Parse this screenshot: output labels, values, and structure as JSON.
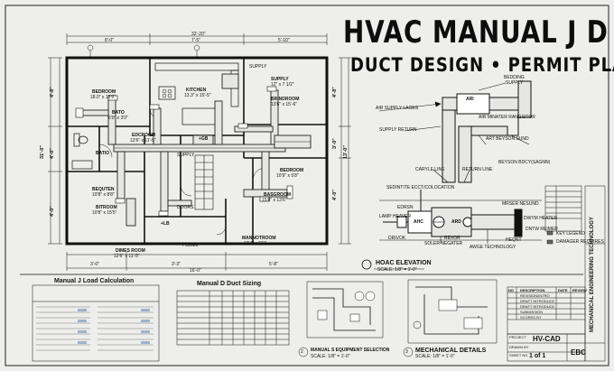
{
  "title": "HVAC MANUAL J D S",
  "subtitle": "DUCT DESIGN • PERMIT PLANS",
  "plan": {
    "dims_top": [
      "32'-20\"",
      "8'-0\"",
      "7'-5\"",
      "5'-10\""
    ],
    "dims_bottom": [
      "3'-0\"",
      "3'-3\"",
      "5'-8\"",
      "16'-0\""
    ],
    "dims_left": [
      "4'-8\"",
      "31'-0\"",
      "4'-0\"",
      "4'-0\""
    ],
    "dims_right": [
      "4'-8\"",
      "3'-0\"",
      "13'-0\"",
      "4'-0\""
    ],
    "rooms": [
      {
        "name": "BEDROOM",
        "size": "18.0\" x 15'9\""
      },
      {
        "name": "KITCHEN",
        "size": "13.3\" x 15'-5\""
      },
      {
        "name": "BATO",
        "size": "6'0\" x 3'0\""
      },
      {
        "name": "EDCROOM",
        "size": "12'6\" x 11'-5\""
      },
      {
        "name": "BATIO",
        "size": ""
      },
      {
        "name": "BRINDROOM",
        "size": "13'6\" x 15'-6\""
      },
      {
        "name": "BEDROOM",
        "size": "10'9\" x 5'8\""
      },
      {
        "name": "BEQUTEN",
        "size": "10'8\" x 8'8\""
      },
      {
        "name": "BITROOM",
        "size": "10'8\" x 15'5\""
      },
      {
        "name": "BASGROOM",
        "size": "15'8\" x 13'6\""
      },
      {
        "name": "DIMES ROOM",
        "size": "12'6\" x 11'-5\""
      },
      {
        "name": "MANNOTROOM",
        "size": "12'4\" x 5'6\""
      }
    ],
    "tags": [
      "SUPPLY",
      "12\" x 7 1/2\"",
      "SUPPLY",
      "DOORS",
      "PL2080",
      "+LB",
      "+GB",
      "SUPPLY"
    ]
  },
  "elevation": {
    "title": "HOAC ELEVATION",
    "scale": "SCALE: 1/8\" = 1'-0\"",
    "labels": [
      "BEDDING",
      "SUPPLY",
      "ARI",
      "AIR SUPPLY LAGES",
      "AIR MINATER RANGSITOR",
      "SUPPLY RETURN",
      "ART BEYSON SUND",
      "BEYSON BDCY(SAGNN)",
      "CARYLE LINE",
      "RETURN LINE",
      "SEDINTITE ECCT/COLOCATION",
      "EDRSN",
      "AHC",
      "ARD",
      "MRSER NESUND",
      "DWYM HEATER",
      "LAMP HEAVER",
      "DRIVOK",
      "SOLER NEGATER",
      "REXOR",
      "AWGE TECHNOLOGY",
      "HEQNT",
      "DNTW REIMER"
    ]
  },
  "legend": {
    "items": [
      "KEY LEGEND",
      "DAMAGER REQUIRES"
    ]
  },
  "manual_j": {
    "title": "Manual J Load Calculation"
  },
  "manual_d": {
    "title": "Manual D Duct Sizing"
  },
  "manual_s": {
    "title": "MANUAL S EQUIPMENT SELECTION",
    "scale": "SCALE: 1/8\" = 1'-0\"",
    "number": "2"
  },
  "mech_details": {
    "title": "MECHANICAL DETAILS",
    "scale": "SCALE: 1/8\" = 1'-0\"",
    "number": "3"
  },
  "title_block": {
    "rev_header": [
      "NO",
      "DESCRIPTION",
      "DATE",
      "REVIEW"
    ],
    "rev_rows": [
      "REVISION/INTRO",
      "DRAFT INTRODUCE",
      "DRAFT INTRODUCE",
      "SUBMISSION",
      "SCORED BY"
    ],
    "firm": "MECHANICAL ENGINEERING TECHNOLOGY",
    "project_label": "PROJECT",
    "project": "HV-CAD",
    "drawn_by_label": "DRAWN BY",
    "sheet_label": "SHEET NO",
    "sheet": "1 of 1",
    "stamp": "EBC"
  }
}
